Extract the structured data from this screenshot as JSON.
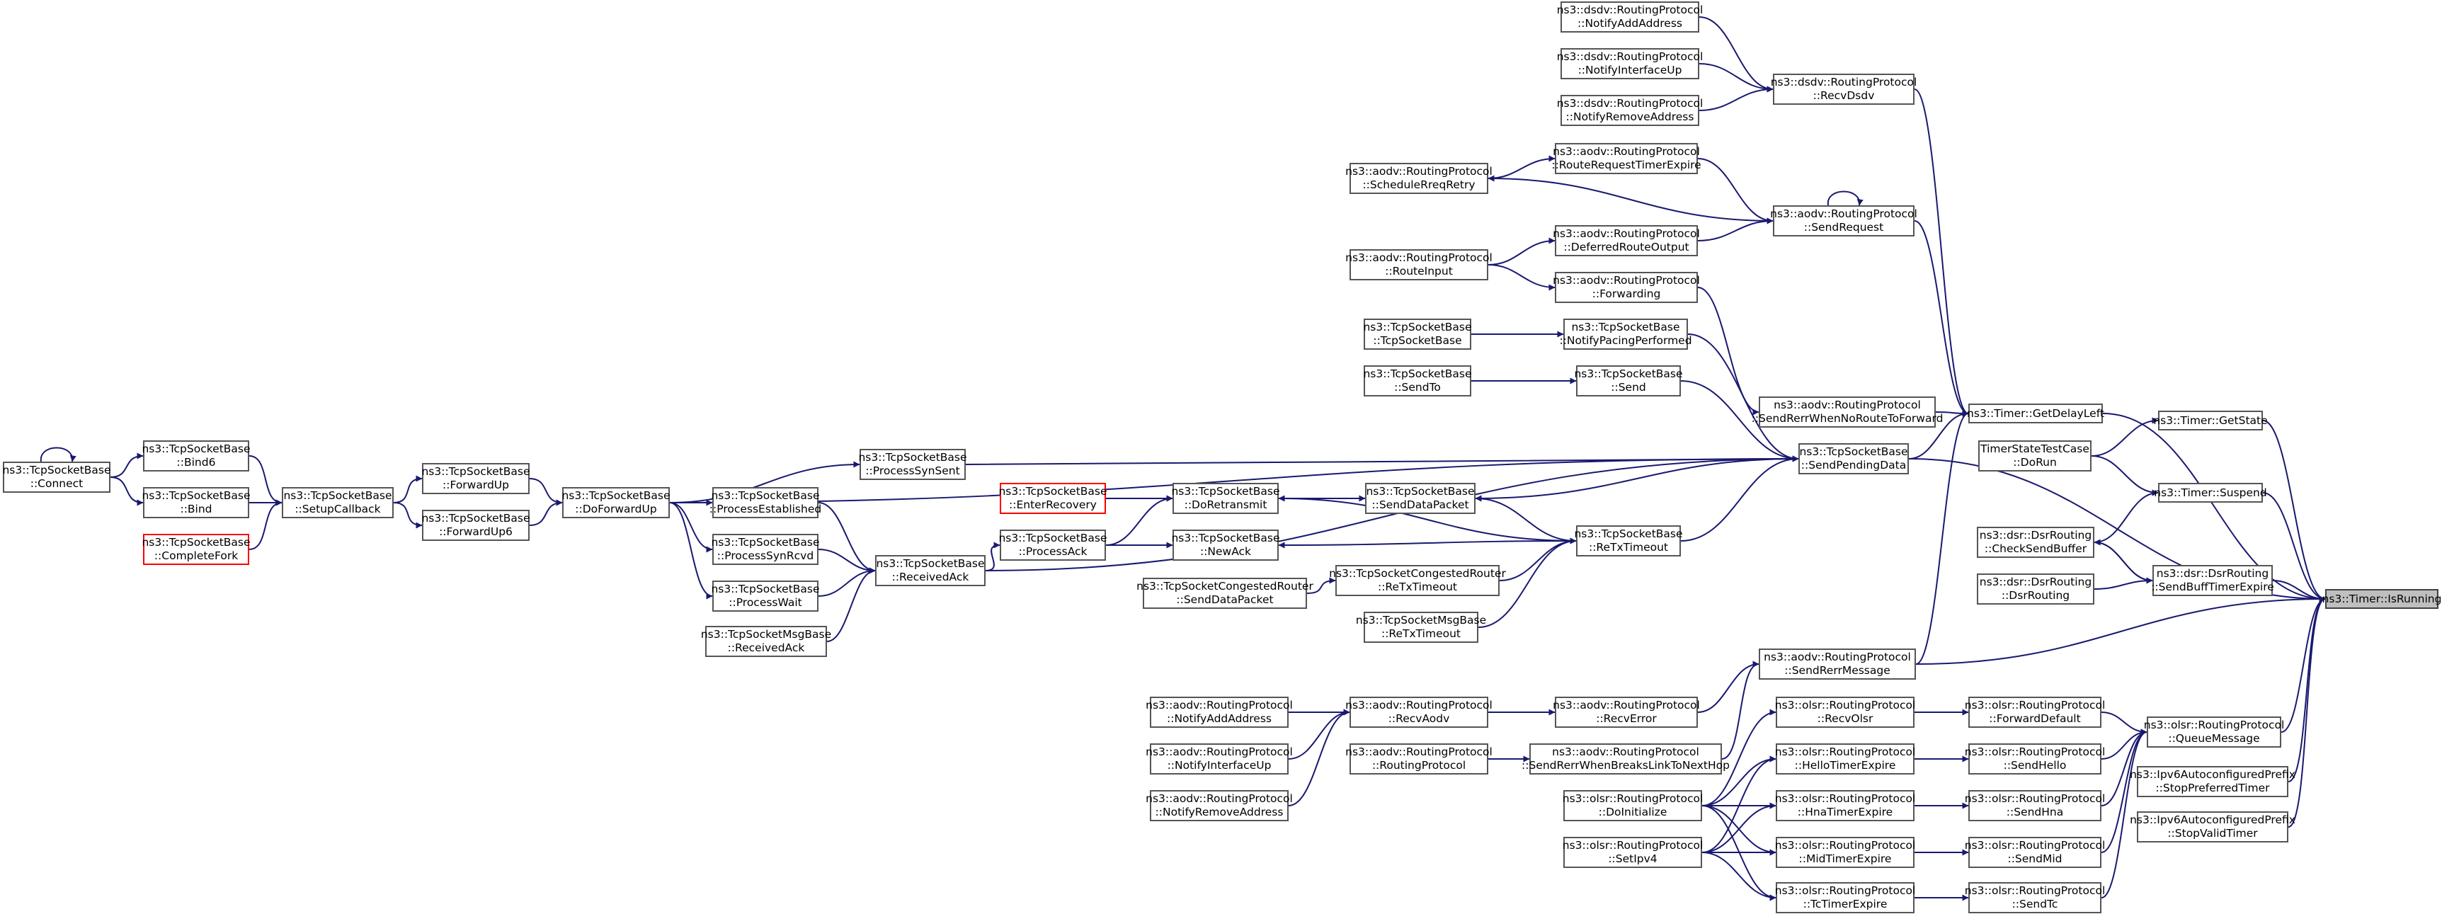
{
  "diagram": {
    "edge_color": "#191970",
    "root_fill": "#bfbfbf",
    "missing_doc_border": "#ff0000",
    "nodes": [
      {
        "id": "n_isrunning",
        "lines": [
          "ns3::Timer::IsRunning"
        ],
        "style": "root"
      },
      {
        "id": "n_getstate",
        "lines": [
          "ns3::Timer::GetState"
        ]
      },
      {
        "id": "n_suspend",
        "lines": [
          "ns3::Timer::Suspend"
        ]
      },
      {
        "id": "n_getdelayleft",
        "lines": [
          "ns3::Timer::GetDelayLeft"
        ]
      },
      {
        "id": "n_timerstatetestcase",
        "lines": [
          "TimerStateTestCase",
          "::DoRun"
        ]
      },
      {
        "id": "n_dsr_checksendbuffer",
        "lines": [
          "ns3::dsr::DsrRouting",
          "::CheckSendBuffer"
        ]
      },
      {
        "id": "n_dsr_sendbufftimerexpire",
        "lines": [
          "ns3::dsr::DsrRouting",
          "::SendBuffTimerExpire"
        ]
      },
      {
        "id": "n_dsr_dsrrouting",
        "lines": [
          "ns3::dsr::DsrRouting",
          "::DsrRouting"
        ]
      },
      {
        "id": "n_olsr_queuemessage",
        "lines": [
          "ns3::olsr::RoutingProtocol",
          "::QueueMessage"
        ]
      },
      {
        "id": "n_ipv6_stoppreferred",
        "lines": [
          "ns3::Ipv6AutoconfiguredPrefix",
          "::StopPreferredTimer"
        ]
      },
      {
        "id": "n_ipv6_stopvalid",
        "lines": [
          "ns3::Ipv6AutoconfiguredPrefix",
          "::StopValidTimer"
        ]
      },
      {
        "id": "n_dsdv_recvdsdv",
        "lines": [
          "ns3::dsdv::RoutingProtocol",
          "::RecvDsdv"
        ]
      },
      {
        "id": "n_dsdv_notifyaddaddress",
        "lines": [
          "ns3::dsdv::RoutingProtocol",
          "::NotifyAddAddress"
        ]
      },
      {
        "id": "n_dsdv_notifyinterfaceup",
        "lines": [
          "ns3::dsdv::RoutingProtocol",
          "::NotifyInterfaceUp"
        ]
      },
      {
        "id": "n_dsdv_notifyremoveaddress",
        "lines": [
          "ns3::dsdv::RoutingProtocol",
          "::NotifyRemoveAddress"
        ]
      },
      {
        "id": "n_aodv_sendrequest",
        "lines": [
          "ns3::aodv::RoutingProtocol",
          "::SendRequest"
        ]
      },
      {
        "id": "n_aodv_routerequesttimerexpire",
        "lines": [
          "ns3::aodv::RoutingProtocol",
          "::RouteRequestTimerExpire"
        ]
      },
      {
        "id": "n_aodv_schedulerreqretry",
        "lines": [
          "ns3::aodv::RoutingProtocol",
          "::ScheduleRreqRetry"
        ]
      },
      {
        "id": "n_aodv_deferredrouteoutput",
        "lines": [
          "ns3::aodv::RoutingProtocol",
          "::DeferredRouteOutput"
        ]
      },
      {
        "id": "n_aodv_routeinput",
        "lines": [
          "ns3::aodv::RoutingProtocol",
          "::RouteInput"
        ]
      },
      {
        "id": "n_aodv_forwarding",
        "lines": [
          "ns3::aodv::RoutingProtocol",
          "::Forwarding"
        ]
      },
      {
        "id": "n_aodv_sendrerrwhennoroute",
        "lines": [
          "ns3::aodv::RoutingProtocol",
          "::SendRerrWhenNoRouteToForward"
        ]
      },
      {
        "id": "n_tcp_tcpsocketbase",
        "lines": [
          "ns3::TcpSocketBase",
          "::TcpSocketBase"
        ]
      },
      {
        "id": "n_tcp_notifypacingperformed",
        "lines": [
          "ns3::TcpSocketBase",
          "::NotifyPacingPerformed"
        ]
      },
      {
        "id": "n_tcp_sendto",
        "lines": [
          "ns3::TcpSocketBase",
          "::SendTo"
        ]
      },
      {
        "id": "n_tcp_send",
        "lines": [
          "ns3::TcpSocketBase",
          "::Send"
        ]
      },
      {
        "id": "n_tcp_sendpendingdata",
        "lines": [
          "ns3::TcpSocketBase",
          "::SendPendingData"
        ]
      },
      {
        "id": "n_tcp_processsynsent",
        "lines": [
          "ns3::TcpSocketBase",
          "::ProcessSynSent"
        ]
      },
      {
        "id": "n_tcp_senddatapacket",
        "lines": [
          "ns3::TcpSocketBase",
          "::SendDataPacket"
        ]
      },
      {
        "id": "n_tcp_retxtimeout",
        "lines": [
          "ns3::TcpSocketBase",
          "::ReTxTimeout"
        ]
      },
      {
        "id": "n_tcp_doretransmit",
        "lines": [
          "ns3::TcpSocketBase",
          "::DoRetransmit"
        ]
      },
      {
        "id": "n_tcp_enterrecovery",
        "lines": [
          "ns3::TcpSocketBase",
          "::EnterRecovery"
        ],
        "style": "red"
      },
      {
        "id": "n_tcp_newack",
        "lines": [
          "ns3::TcpSocketBase",
          "::NewAck"
        ]
      },
      {
        "id": "n_tcp_processack",
        "lines": [
          "ns3::TcpSocketBase",
          "::ProcessAck"
        ]
      },
      {
        "id": "n_tcpcr_retxtimeout",
        "lines": [
          "ns3::TcpSocketCongestedRouter",
          "::ReTxTimeout"
        ]
      },
      {
        "id": "n_tcpcr_senddatapacket",
        "lines": [
          "ns3::TcpSocketCongestedRouter",
          "::SendDataPacket"
        ]
      },
      {
        "id": "n_tcpmsg_retxtimeout",
        "lines": [
          "ns3::TcpSocketMsgBase",
          "::ReTxTimeout"
        ]
      },
      {
        "id": "n_tcp_receivedack",
        "lines": [
          "ns3::TcpSocketBase",
          "::ReceivedAck"
        ]
      },
      {
        "id": "n_tcp_processestablished",
        "lines": [
          "ns3::TcpSocketBase",
          "::ProcessEstablished"
        ]
      },
      {
        "id": "n_tcp_processsynrcvd",
        "lines": [
          "ns3::TcpSocketBase",
          "::ProcessSynRcvd"
        ]
      },
      {
        "id": "n_tcp_processwait",
        "lines": [
          "ns3::TcpSocketBase",
          "::ProcessWait"
        ]
      },
      {
        "id": "n_tcpmsg_receivedack",
        "lines": [
          "ns3::TcpSocketMsgBase",
          "::ReceivedAck"
        ]
      },
      {
        "id": "n_tcp_doforwardup",
        "lines": [
          "ns3::TcpSocketBase",
          "::DoForwardUp"
        ]
      },
      {
        "id": "n_tcp_forwardup",
        "lines": [
          "ns3::TcpSocketBase",
          "::ForwardUp"
        ]
      },
      {
        "id": "n_tcp_forwardup6",
        "lines": [
          "ns3::TcpSocketBase",
          "::ForwardUp6"
        ]
      },
      {
        "id": "n_tcp_setupcallback",
        "lines": [
          "ns3::TcpSocketBase",
          "::SetupCallback"
        ]
      },
      {
        "id": "n_tcp_bind6",
        "lines": [
          "ns3::TcpSocketBase",
          "::Bind6"
        ]
      },
      {
        "id": "n_tcp_bind",
        "lines": [
          "ns3::TcpSocketBase",
          "::Bind"
        ]
      },
      {
        "id": "n_tcp_completefork",
        "lines": [
          "ns3::TcpSocketBase",
          "::CompleteFork"
        ],
        "style": "red"
      },
      {
        "id": "n_tcp_connect",
        "lines": [
          "ns3::TcpSocketBase",
          "::Connect"
        ]
      },
      {
        "id": "n_aodv_sendrerrmessage",
        "lines": [
          "ns3::aodv::RoutingProtocol",
          "::SendRerrMessage"
        ]
      },
      {
        "id": "n_aodv_recverror",
        "lines": [
          "ns3::aodv::RoutingProtocol",
          "::RecvError"
        ]
      },
      {
        "id": "n_aodv_sendrerrwhenbreaks",
        "lines": [
          "ns3::aodv::RoutingProtocol",
          "::SendRerrWhenBreaksLinkToNextHop"
        ]
      },
      {
        "id": "n_aodv_recvaodv",
        "lines": [
          "ns3::aodv::RoutingProtocol",
          "::RecvAodv"
        ]
      },
      {
        "id": "n_aodv_routingprotocol",
        "lines": [
          "ns3::aodv::RoutingProtocol",
          "::RoutingProtocol"
        ]
      },
      {
        "id": "n_aodv_notifyaddaddress",
        "lines": [
          "ns3::aodv::RoutingProtocol",
          "::NotifyAddAddress"
        ]
      },
      {
        "id": "n_aodv_notifyinterfaceup",
        "lines": [
          "ns3::aodv::RoutingProtocol",
          "::NotifyInterfaceUp"
        ]
      },
      {
        "id": "n_aodv_notifyremoveaddress",
        "lines": [
          "ns3::aodv::RoutingProtocol",
          "::NotifyRemoveAddress"
        ]
      },
      {
        "id": "n_olsr_forwarddefault",
        "lines": [
          "ns3::olsr::RoutingProtocol",
          "::ForwardDefault"
        ]
      },
      {
        "id": "n_olsr_recvolsr",
        "lines": [
          "ns3::olsr::RoutingProtocol",
          "::RecvOlsr"
        ]
      },
      {
        "id": "n_olsr_sendhello",
        "lines": [
          "ns3::olsr::RoutingProtocol",
          "::SendHello"
        ]
      },
      {
        "id": "n_olsr_hellotimerexpire",
        "lines": [
          "ns3::olsr::RoutingProtocol",
          "::HelloTimerExpire"
        ]
      },
      {
        "id": "n_olsr_sendhna",
        "lines": [
          "ns3::olsr::RoutingProtocol",
          "::SendHna"
        ]
      },
      {
        "id": "n_olsr_hnatimerexpire",
        "lines": [
          "ns3::olsr::RoutingProtocol",
          "::HnaTimerExpire"
        ]
      },
      {
        "id": "n_olsr_sendmid",
        "lines": [
          "ns3::olsr::RoutingProtocol",
          "::SendMid"
        ]
      },
      {
        "id": "n_olsr_midtimerexpire",
        "lines": [
          "ns3::olsr::RoutingProtocol",
          "::MidTimerExpire"
        ]
      },
      {
        "id": "n_olsr_sendtc",
        "lines": [
          "ns3::olsr::RoutingProtocol",
          "::SendTc"
        ]
      },
      {
        "id": "n_olsr_tctimerexpire",
        "lines": [
          "ns3::olsr::RoutingProtocol",
          "::TcTimerExpire"
        ]
      },
      {
        "id": "n_olsr_doinitialize",
        "lines": [
          "ns3::olsr::RoutingProtocol",
          "::DoInitialize"
        ]
      },
      {
        "id": "n_olsr_setipv4",
        "lines": [
          "ns3::olsr::RoutingProtocol",
          "::SetIpv4"
        ]
      }
    ],
    "edges": [
      {
        "from": "n_getstate",
        "to": "n_isrunning"
      },
      {
        "from": "n_suspend",
        "to": "n_isrunning"
      },
      {
        "from": "n_getdelayleft",
        "to": "n_isrunning"
      },
      {
        "from": "n_dsr_sendbufftimerexpire",
        "to": "n_isrunning"
      },
      {
        "from": "n_tcp_sendpendingdata",
        "to": "n_isrunning"
      },
      {
        "from": "n_aodv_sendrerrmessage",
        "to": "n_isrunning"
      },
      {
        "from": "n_olsr_queuemessage",
        "to": "n_isrunning"
      },
      {
        "from": "n_ipv6_stoppreferred",
        "to": "n_isrunning"
      },
      {
        "from": "n_ipv6_stopvalid",
        "to": "n_isrunning"
      },
      {
        "from": "n_timerstatetestcase",
        "to": "n_getstate"
      },
      {
        "from": "n_timerstatetestcase",
        "to": "n_suspend"
      },
      {
        "from": "n_dsr_checksendbuffer",
        "to": "n_suspend"
      },
      {
        "from": "n_dsdv_recvdsdv",
        "to": "n_getdelayleft"
      },
      {
        "from": "n_aodv_sendrequest",
        "to": "n_getdelayleft"
      },
      {
        "from": "n_aodv_sendrerrwhennoroute",
        "to": "n_getdelayleft"
      },
      {
        "from": "n_tcp_sendpendingdata",
        "to": "n_getdelayleft"
      },
      {
        "from": "n_aodv_sendrerrmessage",
        "to": "n_getdelayleft"
      },
      {
        "from": "n_dsr_sendbufftimerexpire",
        "to": "n_dsr_checksendbuffer"
      },
      {
        "from": "n_dsr_checksendbuffer",
        "to": "n_dsr_sendbufftimerexpire"
      },
      {
        "from": "n_dsr_dsrrouting",
        "to": "n_dsr_sendbufftimerexpire"
      },
      {
        "from": "n_dsdv_notifyaddaddress",
        "to": "n_dsdv_recvdsdv"
      },
      {
        "from": "n_dsdv_notifyinterfaceup",
        "to": "n_dsdv_recvdsdv"
      },
      {
        "from": "n_dsdv_notifyremoveaddress",
        "to": "n_dsdv_recvdsdv"
      },
      {
        "from": "n_aodv_sendrequest",
        "to": "n_aodv_sendrequest",
        "loop": true
      },
      {
        "from": "n_aodv_routerequesttimerexpire",
        "to": "n_aodv_sendrequest"
      },
      {
        "from": "n_aodv_deferredrouteoutput",
        "to": "n_aodv_sendrequest"
      },
      {
        "from": "n_aodv_sendrequest",
        "to": "n_aodv_schedulerreqretry"
      },
      {
        "from": "n_aodv_schedulerreqretry",
        "to": "n_aodv_routerequesttimerexpire"
      },
      {
        "from": "n_aodv_routeinput",
        "to": "n_aodv_deferredrouteoutput"
      },
      {
        "from": "n_aodv_routeinput",
        "to": "n_aodv_forwarding"
      },
      {
        "from": "n_aodv_forwarding",
        "to": "n_aodv_sendrerrwhennoroute"
      },
      {
        "from": "n_tcp_tcpsocketbase",
        "to": "n_tcp_notifypacingperformed"
      },
      {
        "from": "n_tcp_notifypacingperformed",
        "to": "n_tcp_sendpendingdata"
      },
      {
        "from": "n_tcp_sendto",
        "to": "n_tcp_send"
      },
      {
        "from": "n_tcp_send",
        "to": "n_tcp_sendpendingdata"
      },
      {
        "from": "n_tcp_processsynsent",
        "to": "n_tcp_sendpendingdata"
      },
      {
        "from": "n_tcp_doforwardup",
        "to": "n_tcp_sendpendingdata"
      },
      {
        "from": "n_tcp_retxtimeout",
        "to": "n_tcp_sendpendingdata"
      },
      {
        "from": "n_tcp_receivedack",
        "to": "n_tcp_sendpendingdata"
      },
      {
        "from": "n_tcp_sendpendingdata",
        "to": "n_tcp_senddatapacket"
      },
      {
        "from": "n_tcp_doretransmit",
        "to": "n_tcp_senddatapacket"
      },
      {
        "from": "n_tcp_retxtimeout",
        "to": "n_tcp_senddatapacket"
      },
      {
        "from": "n_tcp_retxtimeout",
        "to": "n_tcp_doretransmit"
      },
      {
        "from": "n_tcp_retxtimeout",
        "to": "n_tcp_newack"
      },
      {
        "from": "n_tcpcr_retxtimeout",
        "to": "n_tcp_retxtimeout"
      },
      {
        "from": "n_tcpmsg_retxtimeout",
        "to": "n_tcp_retxtimeout"
      },
      {
        "from": "n_tcpcr_senddatapacket",
        "to": "n_tcpcr_retxtimeout"
      },
      {
        "from": "n_tcp_enterrecovery",
        "to": "n_tcp_doretransmit"
      },
      {
        "from": "n_tcp_processack",
        "to": "n_tcp_doretransmit"
      },
      {
        "from": "n_tcp_processack",
        "to": "n_tcp_newack"
      },
      {
        "from": "n_tcp_receivedack",
        "to": "n_tcp_processack"
      },
      {
        "from": "n_tcp_processestablished",
        "to": "n_tcp_receivedack"
      },
      {
        "from": "n_tcp_processsynrcvd",
        "to": "n_tcp_receivedack"
      },
      {
        "from": "n_tcp_processwait",
        "to": "n_tcp_receivedack"
      },
      {
        "from": "n_tcpmsg_receivedack",
        "to": "n_tcp_receivedack"
      },
      {
        "from": "n_tcp_doforwardup",
        "to": "n_tcp_processsynsent"
      },
      {
        "from": "n_tcp_doforwardup",
        "to": "n_tcp_processestablished"
      },
      {
        "from": "n_tcp_doforwardup",
        "to": "n_tcp_processsynrcvd"
      },
      {
        "from": "n_tcp_doforwardup",
        "to": "n_tcp_processwait"
      },
      {
        "from": "n_tcp_forwardup",
        "to": "n_tcp_doforwardup"
      },
      {
        "from": "n_tcp_forwardup6",
        "to": "n_tcp_doforwardup"
      },
      {
        "from": "n_tcp_setupcallback",
        "to": "n_tcp_forwardup"
      },
      {
        "from": "n_tcp_setupcallback",
        "to": "n_tcp_forwardup6"
      },
      {
        "from": "n_tcp_bind6",
        "to": "n_tcp_setupcallback"
      },
      {
        "from": "n_tcp_bind",
        "to": "n_tcp_setupcallback"
      },
      {
        "from": "n_tcp_completefork",
        "to": "n_tcp_setupcallback"
      },
      {
        "from": "n_tcp_connect",
        "to": "n_tcp_bind6"
      },
      {
        "from": "n_tcp_connect",
        "to": "n_tcp_bind"
      },
      {
        "from": "n_tcp_connect",
        "to": "n_tcp_connect",
        "loop": true
      },
      {
        "from": "n_aodv_recverror",
        "to": "n_aodv_sendrerrmessage"
      },
      {
        "from": "n_aodv_sendrerrwhenbreaks",
        "to": "n_aodv_sendrerrmessage"
      },
      {
        "from": "n_aodv_recvaodv",
        "to": "n_aodv_recverror"
      },
      {
        "from": "n_aodv_routingprotocol",
        "to": "n_aodv_sendrerrwhenbreaks"
      },
      {
        "from": "n_aodv_notifyaddaddress",
        "to": "n_aodv_recvaodv"
      },
      {
        "from": "n_aodv_notifyinterfaceup",
        "to": "n_aodv_recvaodv"
      },
      {
        "from": "n_aodv_notifyremoveaddress",
        "to": "n_aodv_recvaodv"
      },
      {
        "from": "n_olsr_forwarddefault",
        "to": "n_olsr_queuemessage"
      },
      {
        "from": "n_olsr_sendhello",
        "to": "n_olsr_queuemessage"
      },
      {
        "from": "n_olsr_sendhna",
        "to": "n_olsr_queuemessage"
      },
      {
        "from": "n_olsr_sendmid",
        "to": "n_olsr_queuemessage"
      },
      {
        "from": "n_olsr_sendtc",
        "to": "n_olsr_queuemessage"
      },
      {
        "from": "n_olsr_recvolsr",
        "to": "n_olsr_forwarddefault"
      },
      {
        "from": "n_olsr_hellotimerexpire",
        "to": "n_olsr_sendhello"
      },
      {
        "from": "n_olsr_hnatimerexpire",
        "to": "n_olsr_sendhna"
      },
      {
        "from": "n_olsr_midtimerexpire",
        "to": "n_olsr_sendmid"
      },
      {
        "from": "n_olsr_tctimerexpire",
        "to": "n_olsr_sendtc"
      },
      {
        "from": "n_olsr_doinitialize",
        "to": "n_olsr_recvolsr"
      },
      {
        "from": "n_olsr_doinitialize",
        "to": "n_olsr_hellotimerexpire"
      },
      {
        "from": "n_olsr_doinitialize",
        "to": "n_olsr_hnatimerexpire"
      },
      {
        "from": "n_olsr_doinitialize",
        "to": "n_olsr_midtimerexpire"
      },
      {
        "from": "n_olsr_doinitialize",
        "to": "n_olsr_tctimerexpire"
      },
      {
        "from": "n_olsr_setipv4",
        "to": "n_olsr_hellotimerexpire"
      },
      {
        "from": "n_olsr_setipv4",
        "to": "n_olsr_hnatimerexpire"
      },
      {
        "from": "n_olsr_setipv4",
        "to": "n_olsr_midtimerexpire"
      },
      {
        "from": "n_olsr_setipv4",
        "to": "n_olsr_tctimerexpire"
      }
    ]
  }
}
